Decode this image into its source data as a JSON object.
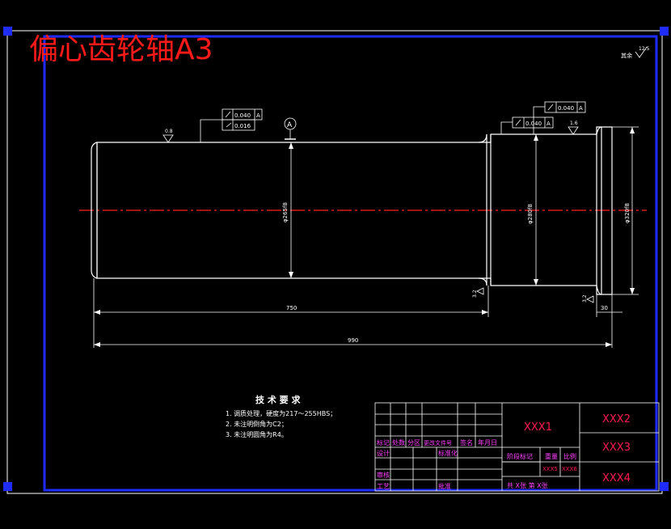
{
  "drawing": {
    "title": "偏心齿轮轴A3",
    "surface_finish_other": "其余",
    "surface_finish_value": "12.5",
    "datum_label": "A"
  },
  "tolerances": {
    "left_box_1_value": "0.040",
    "left_box_1_datum": "A",
    "left_box_2_value": "0.016",
    "right_upper_value": "0.040",
    "right_upper_datum": "A",
    "right_lower_value": "0.040",
    "right_lower_datum": "A"
  },
  "roughness": {
    "left_top": "0.8",
    "right_top": "1.6",
    "step_left": "3.2",
    "step_right": "3.2"
  },
  "dimensions": {
    "len_750": "750",
    "len_990": "990",
    "len_30": "30",
    "dia_left": "φ265f8",
    "dia_mid": "φ280f8",
    "dia_right": "φ320f8"
  },
  "tech_requirements": {
    "heading": "技 术 要 求",
    "items": [
      "1. 调质处理，硬度为217～255HBS；",
      "2. 未注明倒角为C2；",
      "3. 未注明圆角为R4。"
    ]
  },
  "title_block": {
    "name1": "XXX1",
    "name2": "XXX2",
    "name3": "XXX3",
    "name4": "XXX4",
    "row_labels": [
      "标记",
      "处数",
      "分区",
      "更改文件号",
      "签名",
      "年月日"
    ],
    "design": "设计",
    "standard": "标准化",
    "stage_mark": "阶段标记",
    "weight": "重量",
    "scale": "比例",
    "review": "审核",
    "process": "工艺",
    "approve": "批准",
    "sheet_info": "共 X张 第 X张",
    "weight_val": "XXX5",
    "scale_val": "XXX6"
  },
  "colors": {
    "background": "#000000",
    "frame": "#1f2bff",
    "outline": "#ffffff",
    "title": "#ff1a1a",
    "centerline": "#ff2020",
    "title_block_text": "#ff1a50",
    "table_text": "#ff40ff"
  }
}
